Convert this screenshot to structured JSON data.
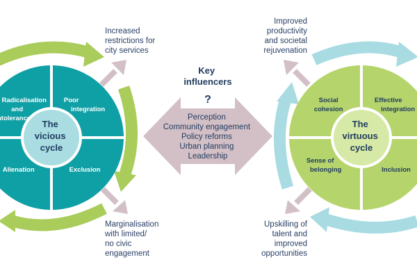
{
  "vicious": {
    "center": [
      "The",
      "vicious",
      "cycle"
    ],
    "quadrants": {
      "top_left": [
        "Radicalisation",
        "and",
        "Intolerance"
      ],
      "top_right": [
        "Poor",
        "integration"
      ],
      "bottom_left": [
        "Alienation"
      ],
      "bottom_right": [
        "Exclusion"
      ]
    },
    "notes": {
      "top": [
        "Increased",
        "restrictions for",
        "city services"
      ],
      "bottom": [
        "Marginalisation",
        "with limited/",
        "no civic",
        "engagement"
      ]
    }
  },
  "virtuous": {
    "center": [
      "The",
      "virtuous",
      "cycle"
    ],
    "quadrants": {
      "top_left": [
        "Social",
        "cohesion"
      ],
      "top_right": [
        "Effective",
        "integration"
      ],
      "bottom_left": [
        "Sense of",
        "belonging"
      ],
      "bottom_right": [
        "Inclusion"
      ]
    },
    "notes": {
      "top": [
        "Improved",
        "productivity",
        "and societal",
        "rejuvenation"
      ],
      "bottom": [
        "Upskilling of",
        "talent and",
        "improved",
        "opportunities"
      ]
    }
  },
  "influencers": {
    "title": [
      "Key",
      "influencers"
    ],
    "symbol": "?",
    "items": [
      "Perception",
      "Community engagement",
      "Policy reforms",
      "Urban planning",
      "Leadership"
    ]
  },
  "colors": {
    "teal": "#0fa0a6",
    "teal_dark": "#0a8a90",
    "teal_center": "#a9dde2",
    "green": "#b5d56c",
    "green_center": "#d7e9a6",
    "lime_arrow": "#a9cc5a",
    "light_blue_arrow": "#a8dbe2",
    "mauve": "#d3c0c6",
    "text": "#1f3a5f"
  }
}
